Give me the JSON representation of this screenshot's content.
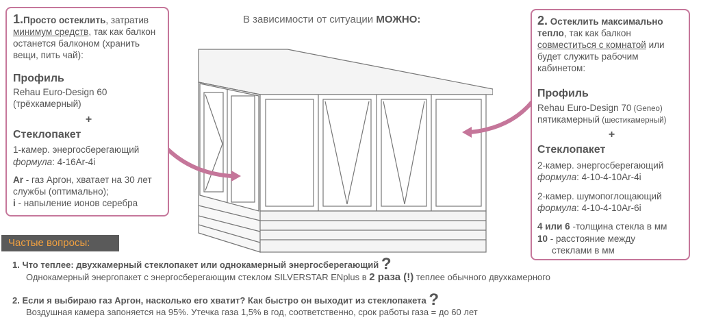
{
  "header": {
    "prefix": "В зависимости от ситуации ",
    "bold": "МОЖНО:"
  },
  "left": {
    "num": "1.",
    "t_bold": "Просто остеклить",
    "t_rest": ", затратив",
    "t_u": "минимум средств",
    "t_rest2": ", так как балкон останется балконом (хранить вещи, пить чай):",
    "profile_h": "Профиль",
    "profile_1": "Rehau Euro-Design 60",
    "profile_2": "(трёхкамерный)",
    "plus": "+",
    "glass_h": "Стеклопакет",
    "glass_1": "1-камер. энергосберегающий",
    "formula_label": "формула",
    "formula_val": ": 4-16Ar-4i",
    "ar_b": "Ar",
    "ar_rest": " - газ Аргон, хватает на 30 лет службы (оптимально);",
    "i_b": "i",
    "i_rest": " - напыление ионов серебра"
  },
  "right": {
    "num": "2.",
    "t_bold": "Остеклить максимально тепло",
    "t_rest": ", так как балкон",
    "t_u": "совместиться с комнатой",
    "t_rest2": " или будет служить рабочим кабинетом:",
    "profile_h": "Профиль",
    "profile_1": "Rehau Euro-Design 70",
    "profile_1s": " (Geneo)",
    "profile_2": "пятикамерный",
    "profile_2s": " (шестикамерный)",
    "plus": "+",
    "glass_h": "Стеклопакет",
    "glass_1": "2-камер. энергосберегающий",
    "formula_label": "формула",
    "formula_1": ": 4-10-4-10Ar-4i",
    "glass_2": "2-камер. шумопоглощающий",
    "formula_2": ": 4-10-4-10Ar-6i",
    "n46_b": "4 или 6",
    "n46_rest": " -толщина стекла в мм",
    "n10_b": "10",
    "n10_rest": " - расстояние между",
    "n10_rest2": "стеклами в мм"
  },
  "faq": {
    "title": "Частые вопросы:",
    "q1": "1. Что теплее: двухкамерный стеклопакет или однокамерный энергосберегающий",
    "a1_pre": "Однокамерный энергопакет с энергосберегающим стеклом SILVERSTAR ENplus в ",
    "a1_bold": "2 раза (!)",
    "a1_post": " теплее обычного двухкамерного",
    "q2": "2. Если я выбираю газ Аргон, насколько его хватит? Как быстро он выходит из стеклопакета",
    "a2": "Воздушная камера запоняется на 95%. Утечка газа 1,5% в год, соответственно, срок работы газа = до 60 лет",
    "qmark": "?"
  }
}
